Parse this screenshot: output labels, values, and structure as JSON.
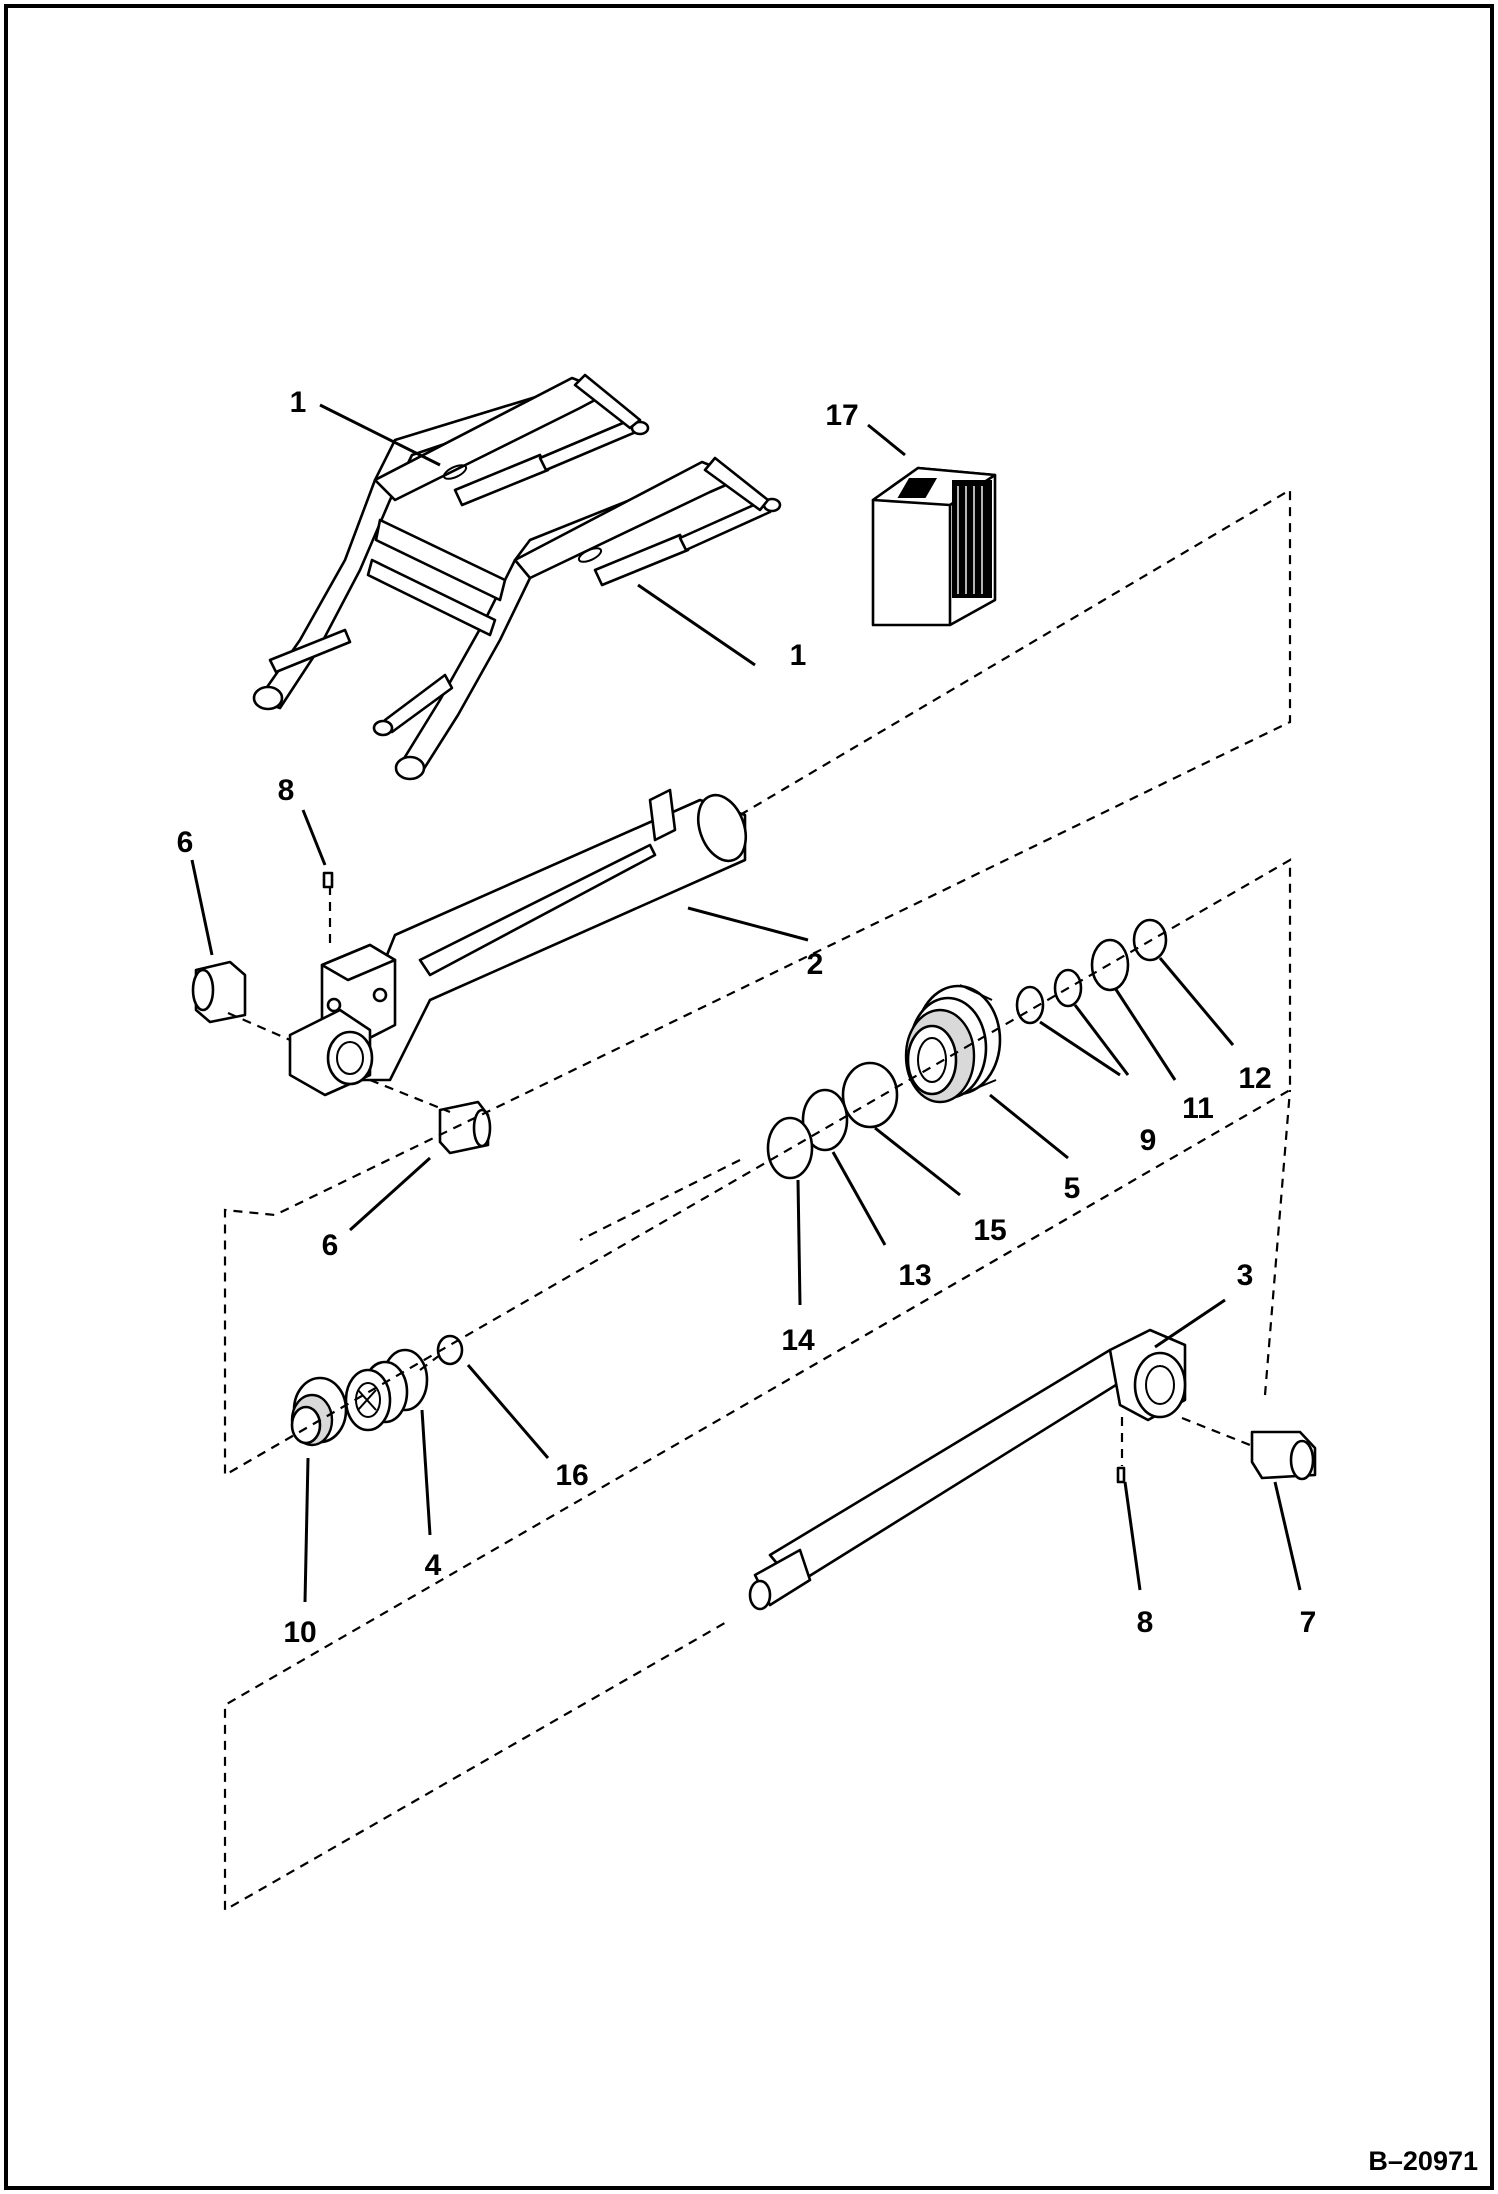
{
  "diagram": {
    "document_id": "B–20971",
    "callouts": {
      "loader_arm_1a": "1",
      "loader_arm_1b": "1",
      "kit_17": "17",
      "barrel_2": "2",
      "fitting_8a": "8",
      "bushing_6a": "6",
      "bushing_6b": "6",
      "piston_5": "5",
      "ring_9": "9",
      "ring_11": "11",
      "ring_12": "12",
      "ring_15": "15",
      "ring_13": "13",
      "ring_14": "14",
      "rod_3": "3",
      "bushing_7": "7",
      "fitting_8b": "8",
      "gland_4": "4",
      "seal_10": "10",
      "ring_16": "16"
    }
  }
}
